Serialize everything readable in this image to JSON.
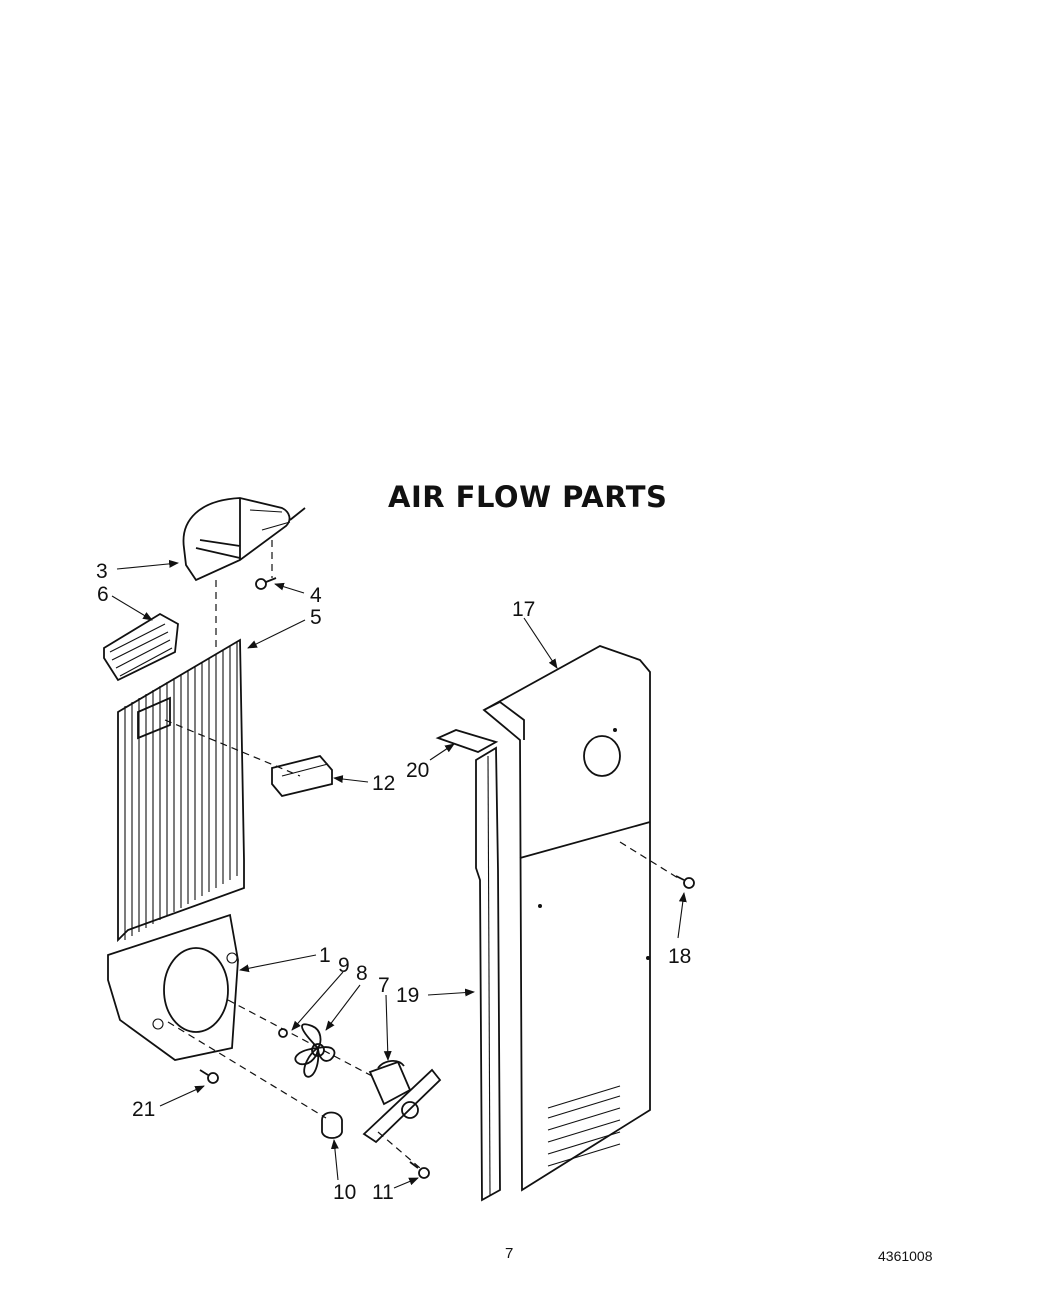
{
  "title": "AIR FLOW PARTS",
  "page_number": "7",
  "document_number": "4361008",
  "callouts": {
    "c1": "1",
    "c3": "3",
    "c4": "4",
    "c5": "5",
    "c6": "6",
    "c7": "7",
    "c8": "8",
    "c9": "9",
    "c10": "10",
    "c11": "11",
    "c12": "12",
    "c17": "17",
    "c18": "18",
    "c19": "19",
    "c20": "20",
    "c21": "21"
  }
}
